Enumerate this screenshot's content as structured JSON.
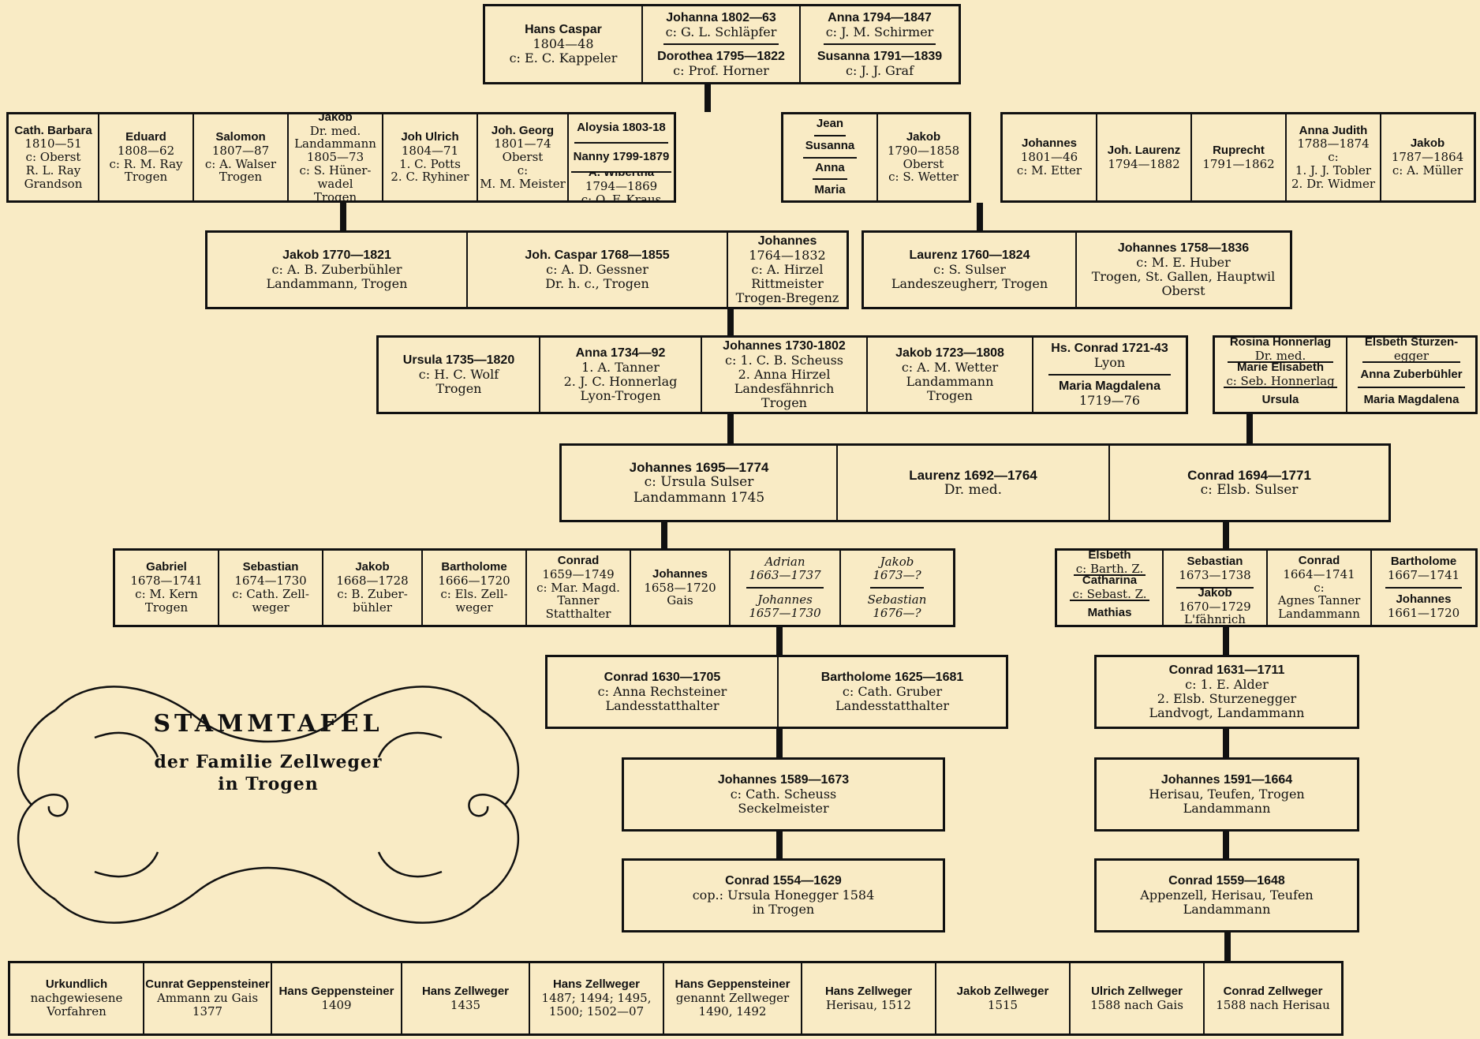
{
  "title": {
    "main": "STAMMTAFEL",
    "line2": "der Familie Zellweger",
    "line3": "in Trogen"
  },
  "rows": [
    {
      "boxes": [
        {
          "cells": [
            {
              "w": 200,
              "lines": [
                "Hans Caspar",
                "1804—48",
                "c: E. C. Kappeler"
              ]
            },
            {
              "w": 200,
              "stack": [
                [
                  "Johanna 1802—63",
                  "c: G. L. Schläpfer"
                ],
                [
                  "Dorothea 1795—1822",
                  "c: Prof. Horner"
                ]
              ]
            },
            {
              "w": 200,
              "stack": [
                [
                  "Anna 1794—1847",
                  "c: J. M. Schirmer"
                ],
                [
                  "Susanna 1791—1839",
                  "c: J. J. Graf"
                ]
              ]
            }
          ]
        }
      ]
    },
    {
      "boxes": [
        {
          "cells": [
            {
              "w": 115,
              "lines": [
                "Cath. Barbara",
                "1810—51",
                "c: Oberst",
                "R. L. Ray",
                "Grandson"
              ]
            },
            {
              "w": 120,
              "lines": [
                "Eduard",
                "1808—62",
                "c: R. M. Ray",
                "Trogen"
              ]
            },
            {
              "w": 120,
              "lines": [
                "Salomon",
                "1807—87",
                "c: A. Walser",
                "Trogen"
              ]
            },
            {
              "w": 120,
              "lines": [
                "Jakob",
                "Dr. med.",
                "Landammann",
                "1805—73",
                "c: S. Hüner-",
                "wadel",
                "Trogen"
              ]
            },
            {
              "w": 120,
              "lines": [
                "Joh Ulrich",
                "1804—71",
                "1. C. Potts",
                "2. C. Ryhiner"
              ]
            },
            {
              "w": 115,
              "lines": [
                "Joh. Georg",
                "1801—74",
                "Oberst",
                "c:",
                "M. M. Meister"
              ]
            },
            {
              "w": 133,
              "stack": [
                [
                  "Aloysia 1803-18"
                ],
                [
                  "Nanny 1799-1879"
                ],
                [
                  "A. Wibertha",
                  "1794—1869",
                  "c: O. F. Kraus"
                ]
              ]
            }
          ]
        },
        {
          "cells": [
            {
              "w": 120,
              "stack": [
                [
                  "Jean"
                ],
                [
                  "Susanna"
                ],
                [
                  "Anna"
                ],
                [
                  "Maria"
                ]
              ]
            },
            {
              "w": 115,
              "lines": [
                "Jakob",
                "1790—1858",
                "Oberst",
                "c: S. Wetter"
              ]
            }
          ]
        },
        {
          "cells": [
            {
              "w": 120,
              "lines": [
                "Johannes",
                "1801—46",
                "c: M. Etter"
              ]
            },
            {
              "w": 120,
              "lines": [
                "Joh. Laurenz",
                "1794—1882"
              ]
            },
            {
              "w": 120,
              "lines": [
                "Ruprecht",
                "1791—1862"
              ]
            },
            {
              "w": 120,
              "lines": [
                "Anna Judith",
                "1788—1874",
                "c:",
                "1. J. J. Tobler",
                "2. Dr. Widmer"
              ]
            },
            {
              "w": 117,
              "lines": [
                "Jakob",
                "1787—1864",
                "c: A. Müller"
              ]
            }
          ]
        }
      ]
    },
    {
      "boxes": [
        {
          "cells": [
            {
              "w": 330,
              "lines": [
                "Jakob 1770—1821",
                "c: A. B. Zuberbühler",
                "Landammann, Trogen"
              ]
            },
            {
              "w": 330,
              "lines": [
                "Joh. Caspar 1768—1855",
                "c: A. D. Gessner",
                "Dr. h. c., Trogen"
              ]
            },
            {
              "w": 150,
              "lines": [
                "Johannes",
                "1764—1832",
                "c: A. Hirzel",
                "Rittmeister",
                "Trogen-Bregenz"
              ]
            }
          ]
        },
        {
          "cells": [
            {
              "w": 270,
              "lines": [
                "Laurenz 1760—1824",
                "c: S. Sulser",
                "Landeszeugherr, Trogen"
              ]
            },
            {
              "w": 270,
              "lines": [
                "Johannes 1758—1836",
                "c: M. E. Huber",
                "Trogen, St. Gallen, Hauptwil",
                "Oberst"
              ]
            }
          ]
        }
      ]
    },
    {
      "boxes": [
        {
          "cells": [
            {
              "w": 205,
              "lines": [
                "Ursula 1735—1820",
                "c: H. C. Wolf",
                "Trogen"
              ]
            },
            {
              "w": 205,
              "lines": [
                "Anna 1734—92",
                "1. A. Tanner",
                "2. J. C. Honnerlag",
                "Lyon-Trogen"
              ]
            },
            {
              "w": 210,
              "lines": [
                "Johannes 1730-1802",
                "c: 1. C. B. Scheuss",
                "2. Anna Hirzel",
                "Landesfähnrich",
                "Trogen"
              ]
            },
            {
              "w": 210,
              "lines": [
                "Jakob 1723—1808",
                "c: A. M. Wetter",
                "Landammann",
                "Trogen"
              ]
            },
            {
              "w": 193,
              "stack": [
                [
                  "Hs. Conrad 1721-43",
                  "Lyon"
                ],
                [
                  "Maria Magdalena",
                  "1719—76"
                ]
              ]
            }
          ]
        },
        {
          "cells": [
            {
              "w": 168,
              "stack": [
                [
                  "Rosina Honnerlag",
                  "Dr. med."
                ],
                [
                  "Marie Elisabeth",
                  "c: Seb. Honnerlag"
                ],
                [
                  "Ursula"
                ]
              ]
            },
            {
              "w": 162,
              "stack": [
                [
                  "Elsbeth Sturzen-",
                  "egger"
                ],
                [
                  "Anna Zuberbühler"
                ],
                [
                  "Maria Magdalena"
                ]
              ]
            }
          ]
        }
      ]
    },
    {
      "boxes": [
        {
          "cells": [
            {
              "w": 350,
              "lines": [
                "Johannes 1695—1774",
                "c: Ursula Sulser",
                "Landammann 1745"
              ]
            },
            {
              "w": 345,
              "lines": [
                "Laurenz 1692—1764",
                "Dr. med."
              ]
            },
            {
              "w": 353,
              "lines": [
                "Conrad 1694—1771",
                "c: Elsb. Sulser"
              ]
            }
          ]
        }
      ]
    },
    {
      "boxes": [
        {
          "cells": [
            {
              "w": 132,
              "lines": [
                "Gabriel",
                "1678—1741",
                "c: M. Kern",
                "Trogen"
              ]
            },
            {
              "w": 132,
              "lines": [
                "Sebastian",
                "1674—1730",
                "c: Cath. Zell-",
                "weger"
              ]
            },
            {
              "w": 126,
              "lines": [
                "Jakob",
                "1668—1728",
                "c: B. Zuber-",
                "bühler"
              ]
            },
            {
              "w": 132,
              "lines": [
                "Bartholome",
                "1666—1720",
                "c: Els. Zell-",
                "weger"
              ]
            },
            {
              "w": 132,
              "lines": [
                "Conrad",
                "1659—1749",
                "c: Mar. Magd.",
                "Tanner",
                "Statthalter"
              ]
            },
            {
              "w": 126,
              "lines": [
                "Johannes",
                "1658—1720",
                "Gais"
              ]
            },
            {
              "w": 140,
              "stack": [
                [
                  "Adrian",
                  "1663—1737"
                ],
                [
                  "Johannes",
                  "1657—1730"
                ]
              ],
              "it": true
            },
            {
              "w": 142,
              "stack": [
                [
                  "Jakob",
                  "1673—?"
                ],
                [
                  "Sebastian",
                  "1676—?"
                ]
              ],
              "it": true
            }
          ]
        },
        {
          "cells": [
            {
              "w": 135,
              "stack": [
                [
                  "Elsbeth",
                  "c: Barth. Z."
                ],
                [
                  "Catharina",
                  "c: Sebast. Z."
                ],
                [
                  "Mathias"
                ]
              ]
            },
            {
              "w": 132,
              "stack": [
                [
                  "Sebastian",
                  "1673—1738"
                ],
                [
                  "Jakob",
                  "1670—1729",
                  "L'fähnrich"
                ]
              ]
            },
            {
              "w": 132,
              "lines": [
                "Conrad",
                "1664—1741",
                "c:",
                "Agnes Tanner",
                "Landammann"
              ]
            },
            {
              "w": 131,
              "stack": [
                [
                  "Bartholome",
                  "1667—1741"
                ],
                [
                  "Johannes",
                  "1661—1720"
                ]
              ]
            }
          ]
        }
      ]
    },
    {
      "boxes": [
        {
          "cells": [
            {
              "w": 293,
              "lines": [
                "Conrad 1630—1705",
                "c: Anna Rechsteiner",
                "Landesstatthalter"
              ]
            },
            {
              "w": 288,
              "lines": [
                "Bartholome 1625—1681",
                "c: Cath. Gruber",
                "Landesstatthalter"
              ]
            }
          ]
        },
        {
          "cells": [
            {
              "w": 330,
              "lines": [
                "Conrad 1631—1711",
                "c: 1. E. Alder",
                "2. Elsb. Sturzenegger",
                "Landvogt, Landammann"
              ]
            }
          ]
        }
      ]
    },
    {
      "boxes": [
        {
          "cells": [
            {
              "w": 404,
              "lines": [
                "Johannes 1589—1673",
                "c: Cath. Scheuss",
                "Seckelmeister"
              ]
            }
          ]
        },
        {
          "cells": [
            {
              "w": 330,
              "lines": [
                "Johannes 1591—1664",
                "Herisau, Teufen, Trogen",
                "Landammann"
              ]
            }
          ]
        }
      ]
    },
    {
      "boxes": [
        {
          "cells": [
            {
              "w": 404,
              "lines": [
                "Conrad 1554—1629",
                "cop.: Ursula Honegger 1584",
                "in Trogen"
              ]
            }
          ]
        },
        {
          "cells": [
            {
              "w": 330,
              "lines": [
                "Conrad 1559—1648",
                "Appenzell, Herisau, Teufen",
                "Landammann"
              ]
            }
          ]
        }
      ]
    },
    {
      "boxes": [
        {
          "cells": [
            {
              "w": 170,
              "lines": [
                "Urkundlich",
                "nachgewiesene",
                "Vorfahren"
              ]
            },
            {
              "w": 162,
              "lines": [
                "Cunrat Geppensteiner",
                "Ammann zu Gais",
                "1377"
              ]
            },
            {
              "w": 165,
              "lines": [
                "Hans Geppensteiner",
                "1409"
              ]
            },
            {
              "w": 162,
              "lines": [
                "Hans Zellweger",
                "1435"
              ]
            },
            {
              "w": 170,
              "lines": [
                "Hans Zellweger",
                "1487; 1494; 1495,",
                "1500; 1502—07"
              ]
            },
            {
              "w": 175,
              "lines": [
                "Hans Geppensteiner",
                "genannt Zellweger",
                "1490, 1492"
              ]
            },
            {
              "w": 170,
              "lines": [
                "Hans Zellweger",
                "Herisau, 1512"
              ]
            },
            {
              "w": 170,
              "lines": [
                "Jakob Zellweger",
                "1515"
              ]
            },
            {
              "w": 170,
              "lines": [
                "Ulrich Zellweger",
                "1588 nach Gais"
              ]
            },
            {
              "w": 173,
              "lines": [
                "Conrad Zellweger",
                "1588 nach Herisau"
              ]
            }
          ]
        }
      ]
    }
  ]
}
